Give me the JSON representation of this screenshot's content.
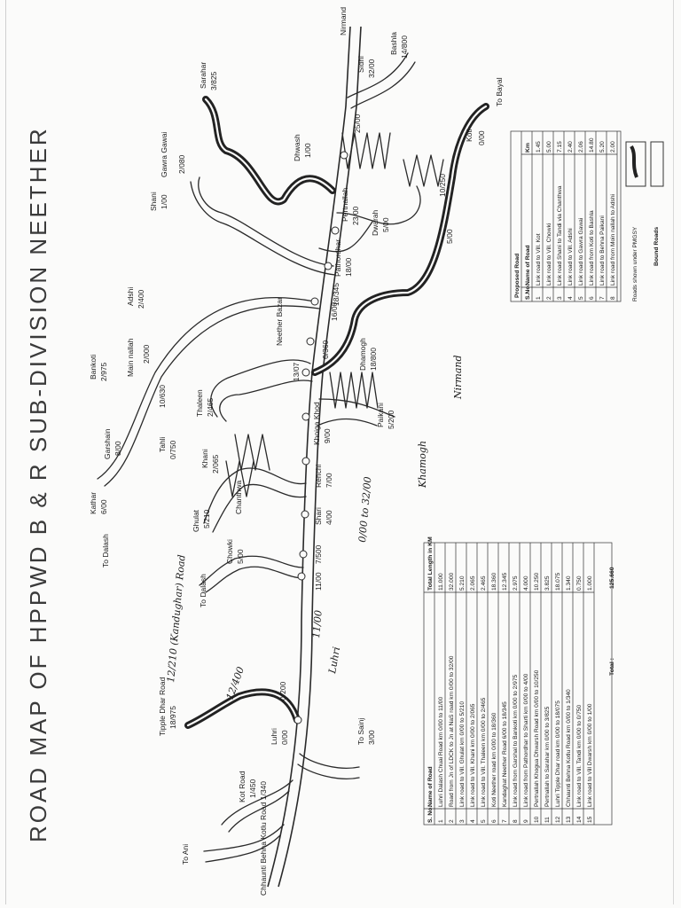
{
  "title": "ROAD MAP OF HPPWD B & R SUB-DIVISION NEETHER",
  "places": {
    "nirmand": "Nirmand",
    "bashla": "Bashla",
    "bashla_km": "14/800",
    "sidhi": "Sidhi",
    "sidhi_km": "32/00",
    "sarahar": "Sarahar",
    "sarahar_km": "3/825",
    "to_bayal": "To Bayal",
    "koti": "Koti",
    "koti_km": "0/00",
    "km_25": "25/00",
    "gawra_gawai": "Gawra Gawai",
    "gawra_km": "2/080",
    "dhawash": "Dhwash",
    "dhawash_km": "1/00",
    "km_10250": "10/250",
    "shani": "Shani",
    "shani_km": "1/00",
    "pertnallah": "Pertnallah",
    "pertnallah_km": "23/00",
    "dwarah": "Dwarah",
    "dwarah_km": "5/00",
    "km_500": "5/00",
    "adshi": "Adshi",
    "adshi_km": "2/400",
    "km_18345": "18/345",
    "pathordhar": "Pathordhar",
    "pathordhar_km": "18/00",
    "km_1600": "16/00",
    "main_nallah": "Main nallah",
    "km_2000": "2/000",
    "neether_bazar": "Neether Bazar",
    "km_6360": "6/360",
    "dhamogh": "Dhamogh",
    "dhamogh_km": "18/800",
    "bankoti": "Bankoti",
    "bankoti_km": "2/975",
    "km_10630": "10/630",
    "km_1307": "13/07",
    "thaleen": "Thaleen",
    "thaleen_km": "2/465",
    "khoiga_khod": "Khoiga Khod",
    "khoiga_km": "9/00",
    "paikani": "Paikani",
    "paikani_km": "5/200",
    "garshain": "Garshain",
    "garshain_km": "8/00",
    "tahli": "Tahli",
    "tahli_km": "0/750",
    "khani": "Khani",
    "khani_km": "2/065",
    "rehchi": "Rehchi",
    "rehchi_km": "7/00",
    "kathar": "Kathar",
    "kathar_km": "6/00",
    "ghulat": "Ghulat",
    "ghulat_km": "5/210",
    "chanthwa": "Chanthwa",
    "shari": "Shari",
    "shari_km": "4/00",
    "to_dalash_top": "To Dalash",
    "chowki": "Chowki",
    "chowki_km": "5/00",
    "km_7500": "7/500",
    "to_dalash_mid": "To Dalash",
    "km_1100": "11/00",
    "tipple_dhar": "Tipple Dhar Road",
    "tipple_km": "18/975",
    "km_0200": "0/200",
    "luhri": "Luhri",
    "luhri_km": "0/00",
    "to_sainj": "To Sainj",
    "to_sainj_km": "3/00",
    "kot_road": "Kot Road",
    "kot_km": "1/450",
    "to_ani": "To Ani",
    "chhaunti": "Chhaunti Behna Kotlu Road 1/340"
  },
  "handwritten": {
    "h1": "12/400",
    "h2": "12/210 (Kandughar) Road",
    "h3": "11/00",
    "h4": "Luhri",
    "h5": "0/00 to 32/00",
    "h6": "Khamogh",
    "h7": "Nirmand"
  },
  "main_table": {
    "headers": [
      "S. No.",
      "Name of Road",
      "Total Length in KM"
    ],
    "rows": [
      [
        "1",
        "Luhri Dalash Chuai Road km 0/00 to 11/00",
        "11.000"
      ],
      [
        "2",
        "Road from Jn of LDCK to Jn at NaS road km 0/00 to 32/00",
        "32.000"
      ],
      [
        "3",
        "Link road to Vill. Ghulat km 0/00 to 5/210",
        "5.210"
      ],
      [
        "4",
        "Link road to Vill. Khani km 0/00 to 2/065",
        "2.065"
      ],
      [
        "5",
        "Link road to Vill. Thaleen km 0/00 to 2/465",
        "2.465"
      ],
      [
        "6",
        "Koti Neether road km 0/00 to 18/360",
        "18.360"
      ],
      [
        "7",
        "Kandaghat Neether Road 6/00 to 18/345",
        "12.345"
      ],
      [
        "8",
        "Link road from Garshal to Bankoti km 0/00 to 2/975",
        "2.975"
      ],
      [
        "9",
        "Link road from Pathordhar to Sharti km 0/00 to 4/00",
        "4.000"
      ],
      [
        "10",
        "Pertnallah Khogua Dhwarsh Road km 0/00 to 10/250",
        "10.250"
      ],
      [
        "11",
        "Pertnallah to Sarahar km 0/00 to 3/825",
        "3.825"
      ],
      [
        "12",
        "Luhri Tipple Dhar road km 0/00 to 18/075",
        "18.075"
      ],
      [
        "13",
        "Chhaunti Behna Kotlu Road km 0/00 to 1/340",
        "1.340"
      ],
      [
        "14",
        "Link road to Vill. Tandi km 0/00 to 0/750",
        "0.750"
      ],
      [
        "15",
        "Link road to Vill Dwarsh km 0/00 to 1/00",
        "1.000"
      ]
    ],
    "total_label": "Total :",
    "total_value": "125.660"
  },
  "proposed_table": {
    "caption": "Proposed Road",
    "headers": [
      "S.No.",
      "Name of Road",
      "Km"
    ],
    "rows": [
      [
        "1",
        "Link road to Vill. Kot",
        "1.45"
      ],
      [
        "2",
        "Link road to Vill. Chowki",
        "5.00"
      ],
      [
        "3",
        "Link road Shani to Tandi via Chanthwa",
        "7.15"
      ],
      [
        "4",
        "Link road to Vill. Adshi",
        "2.40"
      ],
      [
        "5",
        "Link road to Gawra Gawai",
        "2.06"
      ],
      [
        "6",
        "Link road from Koti to Bashla",
        "14.80"
      ],
      [
        "7",
        "Link road to Behna Paikani",
        "5.20"
      ],
      [
        "8",
        "Link road from Moin nallah to Adshi",
        "2.00"
      ]
    ]
  },
  "legend": {
    "pmgsy_text": "Roads shown under PMGSY",
    "bound_text": "Bound Roads"
  }
}
